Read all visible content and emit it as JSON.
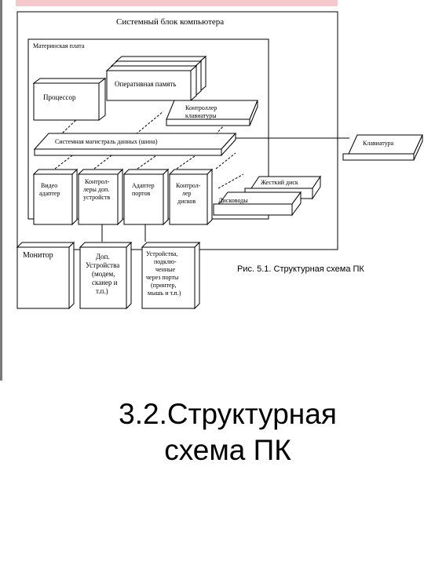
{
  "diagram": {
    "system_unit": "Системный блок компьютера",
    "motherboard": "Материнская плата",
    "processor": "Процессор",
    "ram": "Оперативная память",
    "keyboard_controller": [
      "Контроллер",
      "клавиатуры"
    ],
    "system_bus": "Системная магистраль данных (шина)",
    "keyboard": "Клавиатура",
    "video_adapter": [
      "Видео",
      "адаптер"
    ],
    "port_controller": [
      "Контрол-",
      "леры доп.",
      "устройств"
    ],
    "sound_adapter": [
      "Адаптер",
      "портов"
    ],
    "disk_controller": [
      "Контрол-",
      "лер",
      "дисков"
    ],
    "hard_disk": "Жесткий диск",
    "disk_drives": "Дисководы",
    "monitor": "Монитор",
    "extra_devices": [
      "Доп.",
      "Устройства",
      "(модем,",
      "сканер и",
      "т.п.)"
    ],
    "port_devices": [
      "Устройства,",
      "подклю-",
      "ченные",
      "через порты",
      "(принтер,",
      "мышь и т.п.)"
    ]
  },
  "caption": "Рис. 5.1. Структурная схема ПК",
  "title": {
    "line1": "3.2.Структурная",
    "line2": "схема ПК"
  }
}
